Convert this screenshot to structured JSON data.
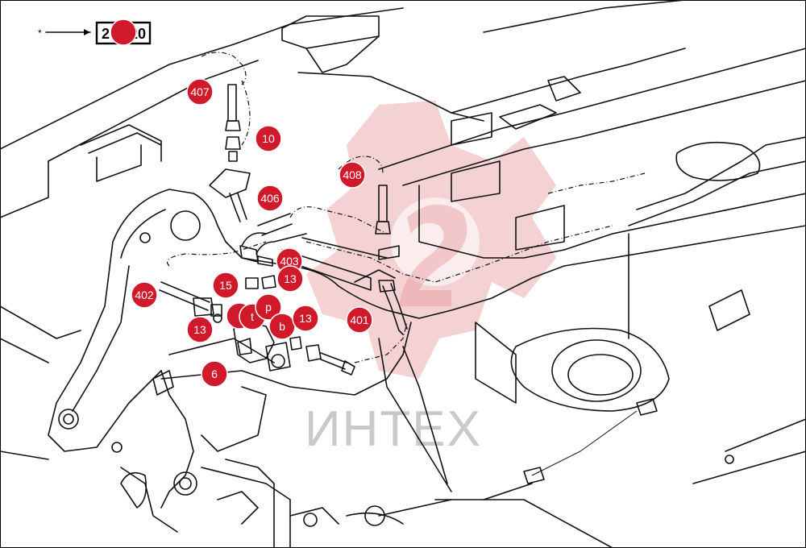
{
  "watermark": {
    "text": "ИНТЕХ",
    "color": "#d01a2c"
  },
  "reference": {
    "marker": "*",
    "label": "20.420"
  },
  "callouts": [
    {
      "id": "c407",
      "label": "407"
    },
    {
      "id": "c10",
      "label": "10"
    },
    {
      "id": "c406",
      "label": "406"
    },
    {
      "id": "c408",
      "label": "408"
    },
    {
      "id": "c403",
      "label": "403"
    },
    {
      "id": "c15",
      "label": "15"
    },
    {
      "id": "c13a",
      "label": "13"
    },
    {
      "id": "c402",
      "label": "402"
    },
    {
      "id": "c13b",
      "label": "13"
    },
    {
      "id": "ct",
      "label": "t"
    },
    {
      "id": "cp",
      "label": "p"
    },
    {
      "id": "cb",
      "label": "b"
    },
    {
      "id": "c13c",
      "label": "13"
    },
    {
      "id": "c401",
      "label": "401"
    },
    {
      "id": "c6",
      "label": "6"
    }
  ],
  "colors": {
    "callout": "#d01a2c",
    "line": "#111111",
    "watermark": "#e6999d"
  }
}
